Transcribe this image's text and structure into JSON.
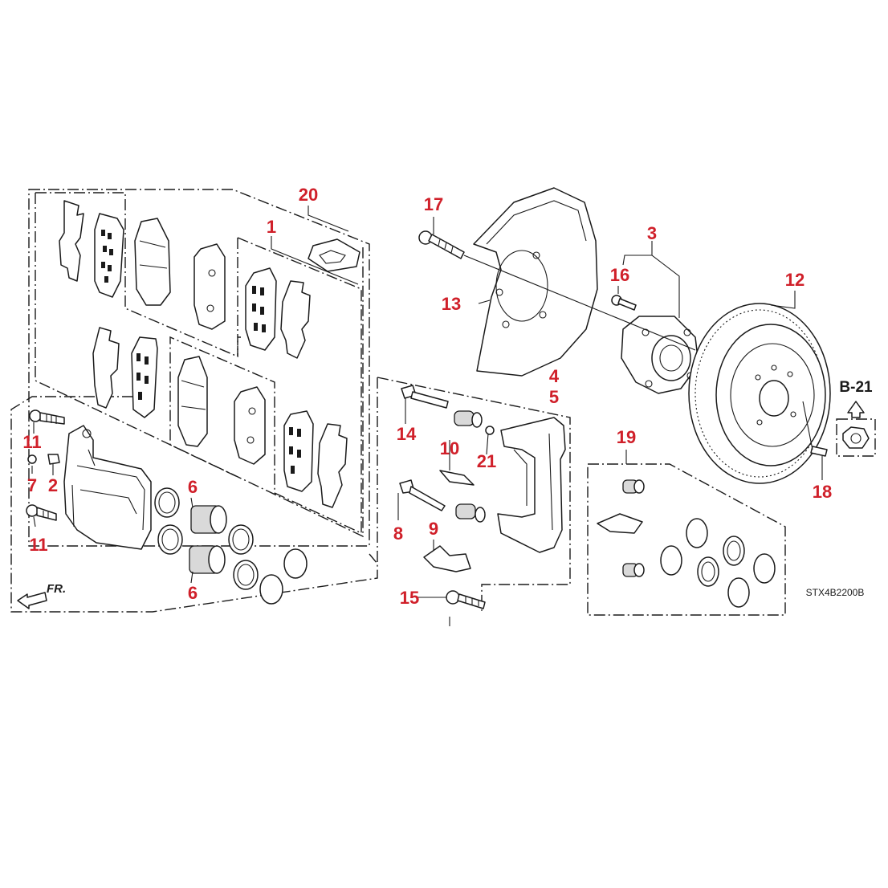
{
  "diagram_code": "STX4B2200B",
  "direction_label": "FR.",
  "reference_label": "B-21",
  "callouts": {
    "c1": "1",
    "c2": "2",
    "c3": "3",
    "c4": "4",
    "c5": "5",
    "c6a": "6",
    "c6b": "6",
    "c7": "7",
    "c8": "8",
    "c9": "9",
    "c10": "10",
    "c11a": "11",
    "c11b": "11",
    "c12": "12",
    "c13": "13",
    "c14": "14",
    "c15": "15",
    "c16": "16",
    "c17": "17",
    "c18": "18",
    "c19": "19",
    "c20": "20",
    "c21": "21"
  },
  "colors": {
    "callout": "#d0202a",
    "line": "#1a1a1a"
  }
}
